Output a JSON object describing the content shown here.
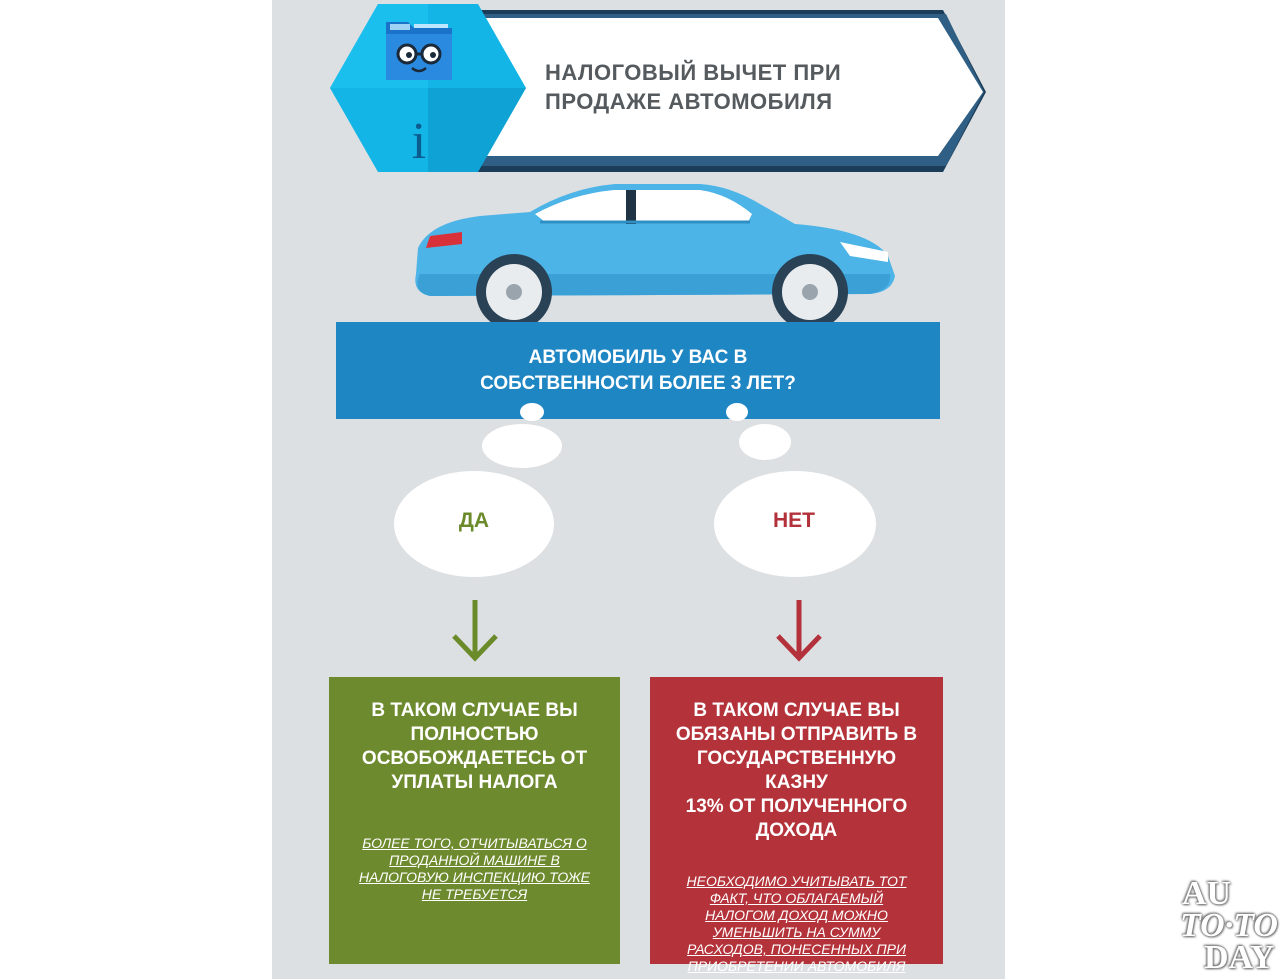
{
  "header": {
    "title_line1": "НАЛОГОВЫЙ ВЫЧЕТ ПРИ",
    "title_line2": "ПРОДАЖЕ АВТОМОБИЛЯ",
    "info_glyph": "i"
  },
  "question": {
    "line1": "АВТОМОБИЛЬ У ВАС В",
    "line2": "СОБСТВЕННОСТИ БОЛЕЕ 3 ЛЕТ?"
  },
  "answers": {
    "yes": "ДА",
    "no": "НЕТ"
  },
  "yes_box": {
    "main": [
      "В ТАКОМ СЛУЧАЕ ВЫ",
      "ПОЛНОСТЬЮ",
      "ОСВОБОЖДАЕТЕСЬ ОТ",
      "УПЛАТЫ НАЛОГА"
    ],
    "note": [
      "БОЛЕЕ ТОГО, ОТЧИТЫВАТЬСЯ О",
      "ПРОДАННОЙ МАШИНЕ В",
      "НАЛОГОВУЮ ИНСПЕКЦИЮ ТОЖЕ",
      "НЕ ТРЕБУЕТСЯ"
    ]
  },
  "no_box": {
    "main": [
      "В ТАКОМ СЛУЧАЕ ВЫ",
      "ОБЯЗАНЫ ОТПРАВИТЬ В",
      "ГОСУДАРСТВЕННУЮ КАЗНУ",
      "13% ОТ ПОЛУЧЕННОГО",
      "ДОХОДА"
    ],
    "note": [
      "НЕОБХОДИМО УЧИТЫВАТЬ ТОТ",
      "ФАКТ, ЧТО ОБЛАГАЕМЫЙ",
      "НАЛОГОМ ДОХОД МОЖНО",
      "УМЕНЬШИТЬ НА СУММУ",
      "РАСХОДОВ, ПОНЕСЕННЫХ ПРИ",
      "ПРИОБРЕТЕНИИ АВТОМОБИЛЯ"
    ]
  },
  "logo": {
    "line1": "AU",
    "line2": "TO·TO",
    "line3": "DAY"
  },
  "colors": {
    "panel_bg": "#dde0e2",
    "accent_blue": "#1f86c4",
    "hex_cyan": "#14b8e4",
    "yes_green": "#6e8a2e",
    "no_red": "#b4333a",
    "title_gray": "#555a5e"
  },
  "icons": [
    "folder-mascot-icon",
    "info-icon",
    "car-illustration",
    "arrow-down-icon"
  ]
}
